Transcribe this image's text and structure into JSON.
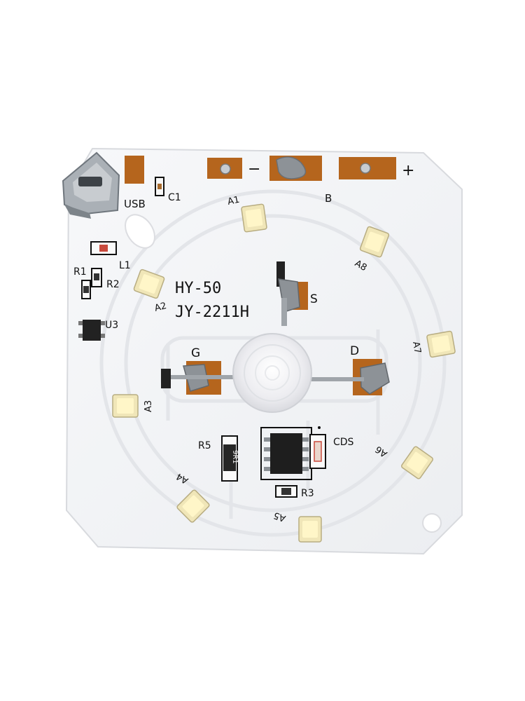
{
  "board": {
    "model": "HY-50",
    "part_number": "JY-2211H",
    "colors": {
      "board": "#f4f5f7",
      "copper": "#b5651d",
      "solder": "#8d9297",
      "silkscreen": "#111111",
      "led": "#fff6c8"
    }
  },
  "labels": {
    "usb": "USB",
    "c1": "C1",
    "minus": "−",
    "plus": "+",
    "b": "B",
    "a1": "A1",
    "a2": "A2",
    "a3": "A3",
    "a4": "A4",
    "a5": "A5",
    "a6": "A6",
    "a7": "A7",
    "a8": "A8",
    "l1": "L1",
    "r1": "R1",
    "r2": "R2",
    "r3": "R3",
    "r5": "R5",
    "u3": "U3",
    "s": "S",
    "g": "G",
    "d": "D",
    "cds": "CDS",
    "r5_marking": "9R1"
  }
}
